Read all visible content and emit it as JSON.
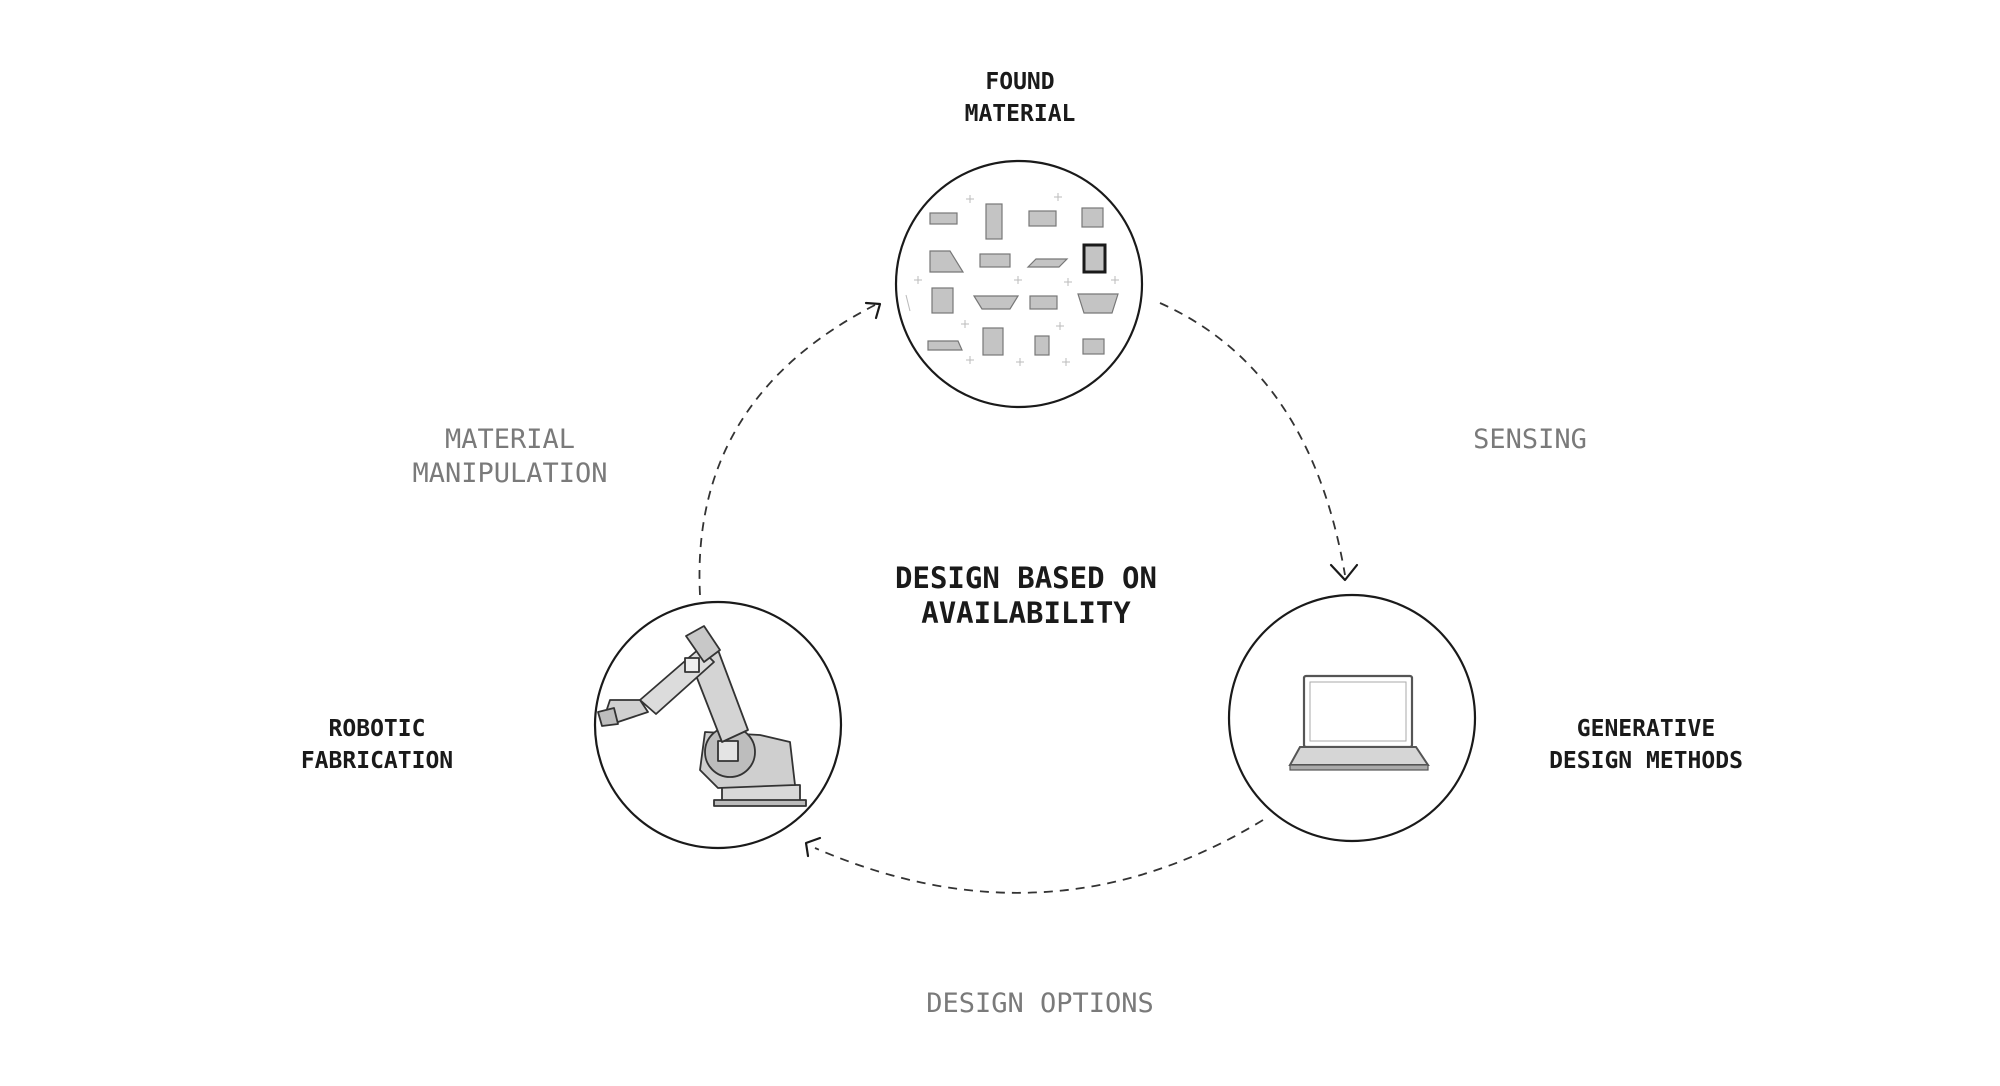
{
  "nodes": {
    "found_material": {
      "line1": "FOUND",
      "line2": "MATERIAL",
      "icon": "material-pieces-icon"
    },
    "generative_design": {
      "line1": "GENERATIVE",
      "line2": "DESIGN METHODS",
      "icon": "laptop-icon"
    },
    "robotic_fabrication": {
      "line1": "ROBOTIC",
      "line2": "FABRICATION",
      "icon": "robot-arm-icon"
    }
  },
  "edges": {
    "sensing": {
      "line1": "SENSING"
    },
    "design_options": {
      "line1": "DESIGN OPTIONS"
    },
    "material_manipulation": {
      "line1": "MATERIAL",
      "line2": "MANIPULATION"
    }
  },
  "center": {
    "line1": "DESIGN BASED ON",
    "line2": "AVAILABILITY"
  },
  "colors": {
    "ink": "#1a1a1a",
    "edge_text": "#7a7a7a",
    "fill": "#c4c4c4"
  }
}
